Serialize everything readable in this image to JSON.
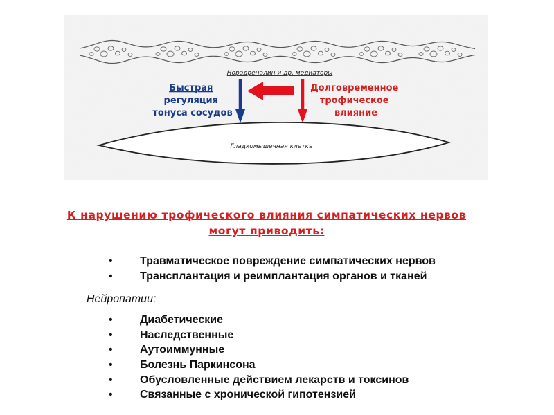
{
  "diagram": {
    "label_mediators": "Норадреналин и др. медиаторы",
    "left_label": [
      "Быстрая",
      "регуляция",
      "тонуса сосудов"
    ],
    "right_label": [
      "Долговременное",
      "трофическое",
      "влияние"
    ],
    "cell_label": "Гладкомышечная клетка",
    "colors": {
      "blue_arrow": "#1a3a8a",
      "red_arrow": "#e3101e",
      "label_blue": "#1a3a8a",
      "label_red": "#d42020"
    }
  },
  "heading": {
    "line1": "К нарушению трофического влияния симпатических нервов",
    "line2": "могут приводить:",
    "color": "#d42020"
  },
  "list1": {
    "bullet": "•",
    "items": [
      "Травматическое повреждение симпатических нервов",
      "Трансплантация и реимплантация органов и тканей"
    ]
  },
  "neuropathy": {
    "title": "Нейропатии:",
    "bullet": "•",
    "items": [
      "Диабетические",
      "Наследственные",
      "Аутоиммунные",
      "Болезнь Паркинсона",
      "Обусловленные действием лекарств и токсинов",
      "Связанные с хронической гипотензией"
    ]
  }
}
